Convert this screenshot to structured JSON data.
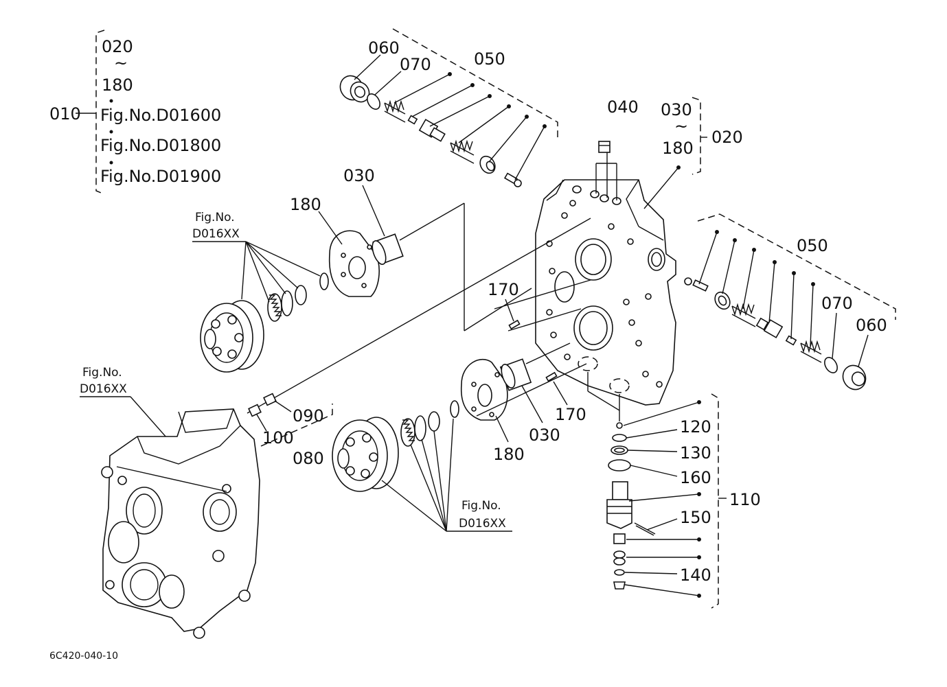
{
  "legend_block": {
    "ref_010": "010",
    "range_start": "020",
    "range_tilde": "~",
    "range_end": "180",
    "fig_1": "Fig.No.D01600",
    "fig_2": "Fig.No.D01800",
    "fig_3": "Fig.No.D01900"
  },
  "top_group": {
    "p060": "060",
    "p070": "070",
    "p050": "050"
  },
  "right_ref": {
    "p040": "040",
    "range_start": "030",
    "range_tilde": "~",
    "range_end": "180",
    "p020": "020"
  },
  "right_group": {
    "p050": "050",
    "p070": "070",
    "p060": "060"
  },
  "upper_pump": {
    "fig_line1": "Fig.No.",
    "fig_line2": "D016XX",
    "p180": "180",
    "p030": "030"
  },
  "middle": {
    "p170_top": "170",
    "p170_low": "170",
    "p030": "030",
    "p180": "180"
  },
  "lower_left": {
    "fig_line1": "Fig.No.",
    "fig_line2": "D016XX",
    "p090": "090",
    "p100": "100",
    "p080": "080"
  },
  "lower_pump": {
    "fig_line1": "Fig.No.",
    "fig_line2": "D016XX"
  },
  "valve_stack": {
    "p120": "120",
    "p130": "130",
    "p160": "160",
    "p110": "110",
    "p150": "150",
    "p140": "140"
  },
  "footer": {
    "drawing_code": "6C420-040-10"
  }
}
